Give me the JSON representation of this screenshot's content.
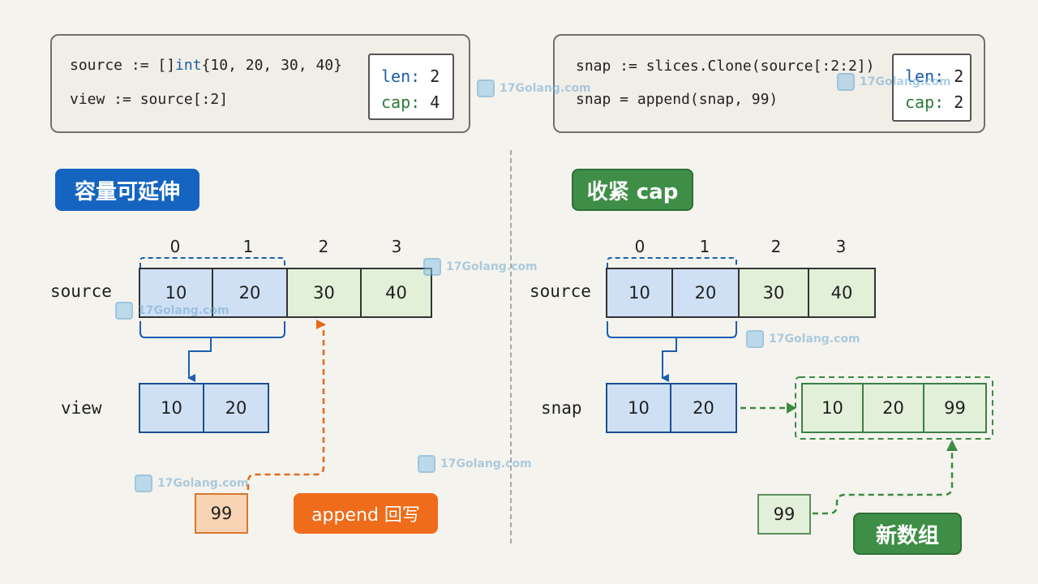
{
  "left": {
    "code": {
      "line1_prefix": "source := []",
      "line1_keyword": "int",
      "line1_suffix": "{10, 20, 30, 40}",
      "line2": "view := source[:2]"
    },
    "stats": {
      "len_label": "len:",
      "len_value": "2",
      "cap_label": "cap:",
      "cap_value": "4"
    },
    "pill": "容量可延伸",
    "indices": [
      "0",
      "1",
      "2",
      "3"
    ],
    "source_label": "source",
    "source_cells": [
      "10",
      "20",
      "30",
      "40"
    ],
    "view_label": "view",
    "view_cells": [
      "10",
      "20"
    ],
    "append_value": "99",
    "append_pill": "append 回写"
  },
  "right": {
    "code": {
      "line1": "snap := slices.Clone(source[:2:2])",
      "line2": "snap = append(snap, 99)"
    },
    "stats": {
      "len_label": "len:",
      "len_value": "2",
      "cap_label": "cap:",
      "cap_value": "2"
    },
    "pill": "收紧 cap",
    "indices": [
      "0",
      "1",
      "2",
      "3"
    ],
    "source_label": "source",
    "source_cells": [
      "10",
      "20",
      "30",
      "40"
    ],
    "snap_label": "snap",
    "snap_cells": [
      "10",
      "20"
    ],
    "new_cells": [
      "10",
      "20",
      "99"
    ],
    "append_value": "99",
    "new_array_pill": "新数组"
  },
  "watermark": {
    "text": "17Golang.com"
  },
  "colors": {
    "blue_accent": "#1565c0",
    "green_accent": "#3f8e47",
    "orange_accent": "#ef6c1a",
    "blue_cell": "#cfe0f4",
    "green_cell": "#e2efd9",
    "orange_cell": "#f8d4b4"
  }
}
